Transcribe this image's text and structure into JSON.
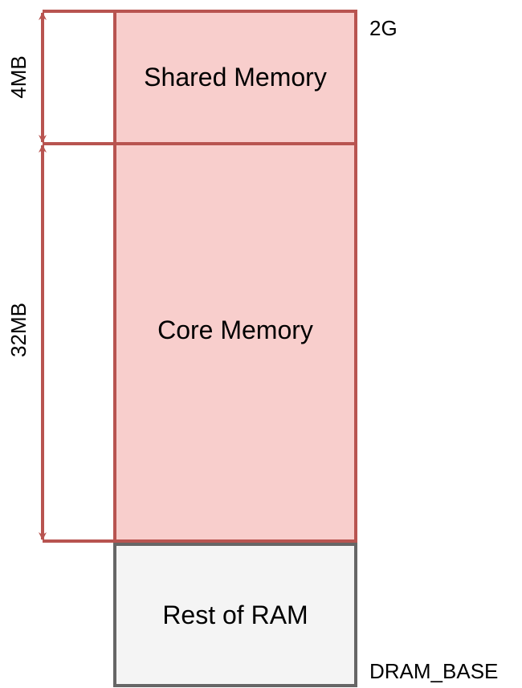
{
  "regions": {
    "shared": {
      "label": "Shared Memory",
      "size_label": "4MB"
    },
    "core": {
      "label": "Core Memory",
      "size_label": "32MB"
    },
    "rest": {
      "label": "Rest of RAM"
    }
  },
  "addresses": {
    "top": "2G",
    "bottom": "DRAM_BASE"
  },
  "colors": {
    "highlight_fill": "#f8cecc",
    "highlight_stroke": "#b85450",
    "rest_fill": "#f4f4f4",
    "rest_stroke": "#666666"
  }
}
